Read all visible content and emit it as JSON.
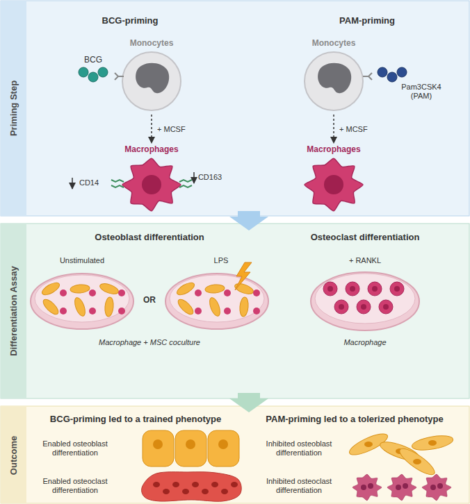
{
  "diagram": {
    "nodes": [
      {
        "text": [
          "Priming Step"
        ]
      },
      {
        "text": [
          "Monocytes"
        ],
        "in": 0
      },
      {
        "text": [
          "Macrophages"
        ],
        "in": 0
      },
      {
        "text": [
          "Monocytes"
        ],
        "in": 0
      },
      {
        "text": [
          "Macrophages"
        ],
        "in": 0
      },
      {
        "text": [
          "Differentiation Assay"
        ]
      },
      {
        "text": [
          "Outcome"
        ]
      }
    ],
    "edges": [
      {
        "from": 1,
        "to": 2,
        "label": "+ MCSF",
        "arrow": "to"
      },
      {
        "from": 3,
        "to": 4,
        "label": "+ MCSF",
        "arrow": "to"
      }
    ],
    "labels": [
      "BCG-priming",
      "PAM-priming",
      "BCG",
      "Pam3CSK4 (PAM)",
      "CD14",
      "CD163",
      "Osteoblast differentiation",
      "Unstimulated",
      "OR",
      "LPS",
      "Macrophage + MSC coculture",
      "Osteoclast differentiation",
      "+ RANKL",
      "Macrophage",
      "BCG-priming led to a trained phenotype",
      "PAM-priming led to a tolerized phenotype",
      "Enabled osteoblast differentiation",
      "Enabled osteoclast differentiation",
      "Inhibited osteoblast differentiation",
      "Inhibited osteoclast differentiation"
    ]
  }
}
